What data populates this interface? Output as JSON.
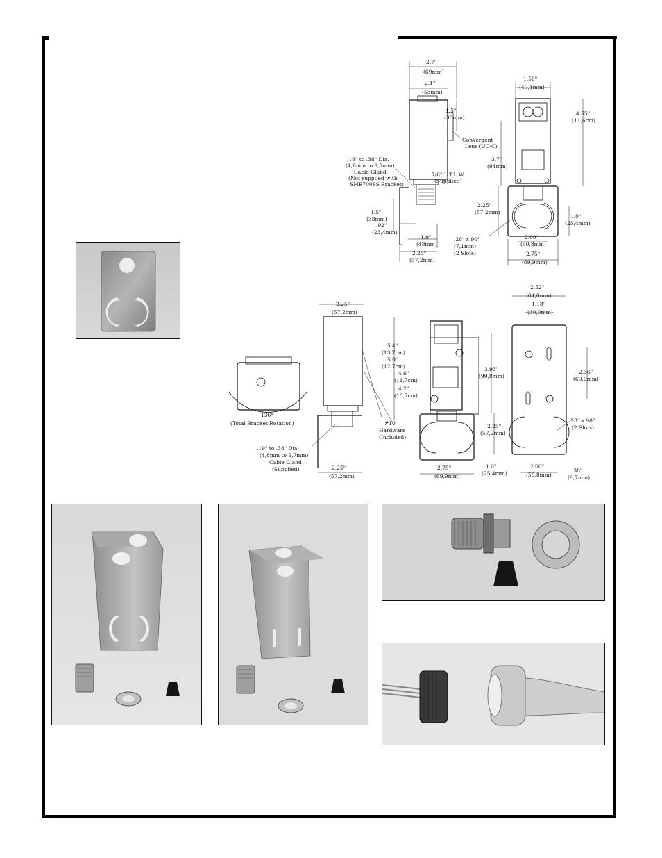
{
  "drawing_top": {
    "side_view": {
      "dim_width_outer": [
        "2.7\"",
        "(69mm)"
      ],
      "dim_width_inner": [
        "2.1\"",
        "(53mm)"
      ],
      "dim_lens_height": [
        "1.5\"",
        "(38mm)"
      ],
      "lens_label": [
        "Convergent",
        "Lens (UC-C)"
      ],
      "gland_label": [
        ".19\" to .38\" Dia.",
        "(4,8mm to 9,7mm)",
        "Cable Gland",
        "(Not supplied with",
        "SMB700SS Bracket)"
      ],
      "ltw_label": [
        "7/8\" L.T.L.W.",
        "(Supplied)"
      ],
      "dim_bracket_height": [
        "1.5\"",
        "(38mm)"
      ],
      "dim_offset": [
        ".92\"",
        "(23,4mm)"
      ],
      "dim_base": [
        "1.9\"",
        "(48mm)"
      ],
      "dim_bracket_width": [
        "2.25\"",
        "(57,2mm)"
      ]
    },
    "front_view": {
      "dim_face_width": [
        "1.56\"",
        "(40,1mm)"
      ],
      "dim_total_height": [
        "4.55\"",
        "(11,6cm)"
      ],
      "dim_body_height": [
        "3.7\"",
        "(94mm)"
      ],
      "dim_plate_height": [
        "2.25\"",
        "(57,2mm)"
      ],
      "dim_hole": [
        "1.0\"",
        "(25,4mm)"
      ],
      "dim_slot_spacing": [
        "2.00\"",
        "(50,8mm)"
      ],
      "dim_plate_width": [
        "2.75\"",
        "(69,9mm)"
      ],
      "slot_label": [
        ".28\" x 90°",
        "(7,1mm)",
        "(2 Slots)"
      ]
    }
  },
  "drawing_bottom": {
    "rotation_label": [
      "136°",
      "(Total Bracket Rotation)"
    ],
    "side_view": {
      "dim_top_width": [
        "2.25\"",
        "(57,2mm)"
      ],
      "dim_total": [
        "5.4\"",
        "(13,7cm)"
      ],
      "dim_mid": [
        "5.0\"",
        "(12,7cm)"
      ],
      "dim_a": [
        "4.6\"",
        "(11,7cm)"
      ],
      "dim_b": [
        "4.2\"",
        "(10,7cm)"
      ],
      "hardware_label": [
        "#10",
        "Hardware",
        "(Included)"
      ],
      "gland_label": [
        ".19\" to .38\" Dia.",
        "(4,8mm to 9,7mm)",
        "Cable Gland",
        "(Supplied)"
      ],
      "dim_base": [
        "2.25\"",
        "(57,2mm)"
      ]
    },
    "front_view": {
      "dim_width": [
        "2.75\"",
        "(69,9mm)"
      ]
    },
    "rear_view": {
      "dim_outer": [
        "2.52\"",
        "(64,0mm)"
      ],
      "dim_inner": [
        "1.18\"",
        "(30,0mm)"
      ],
      "dim_height": [
        "3.93\"",
        "(99,8mm)"
      ],
      "dim_slot_height": [
        "2.36\"",
        "(60,0mm)"
      ],
      "dim_plate": [
        "2.25\"",
        "(57,2mm)"
      ],
      "dim_hole": [
        "1.0\"",
        "(25,4mm)"
      ],
      "dim_spacing": [
        "2.00\"",
        "(50,8mm)"
      ],
      "dim_edge": [
        ".38\"",
        "(9,7mm)"
      ],
      "slot_label": [
        ".28\" x 90°",
        "(2 Slots)"
      ]
    }
  }
}
